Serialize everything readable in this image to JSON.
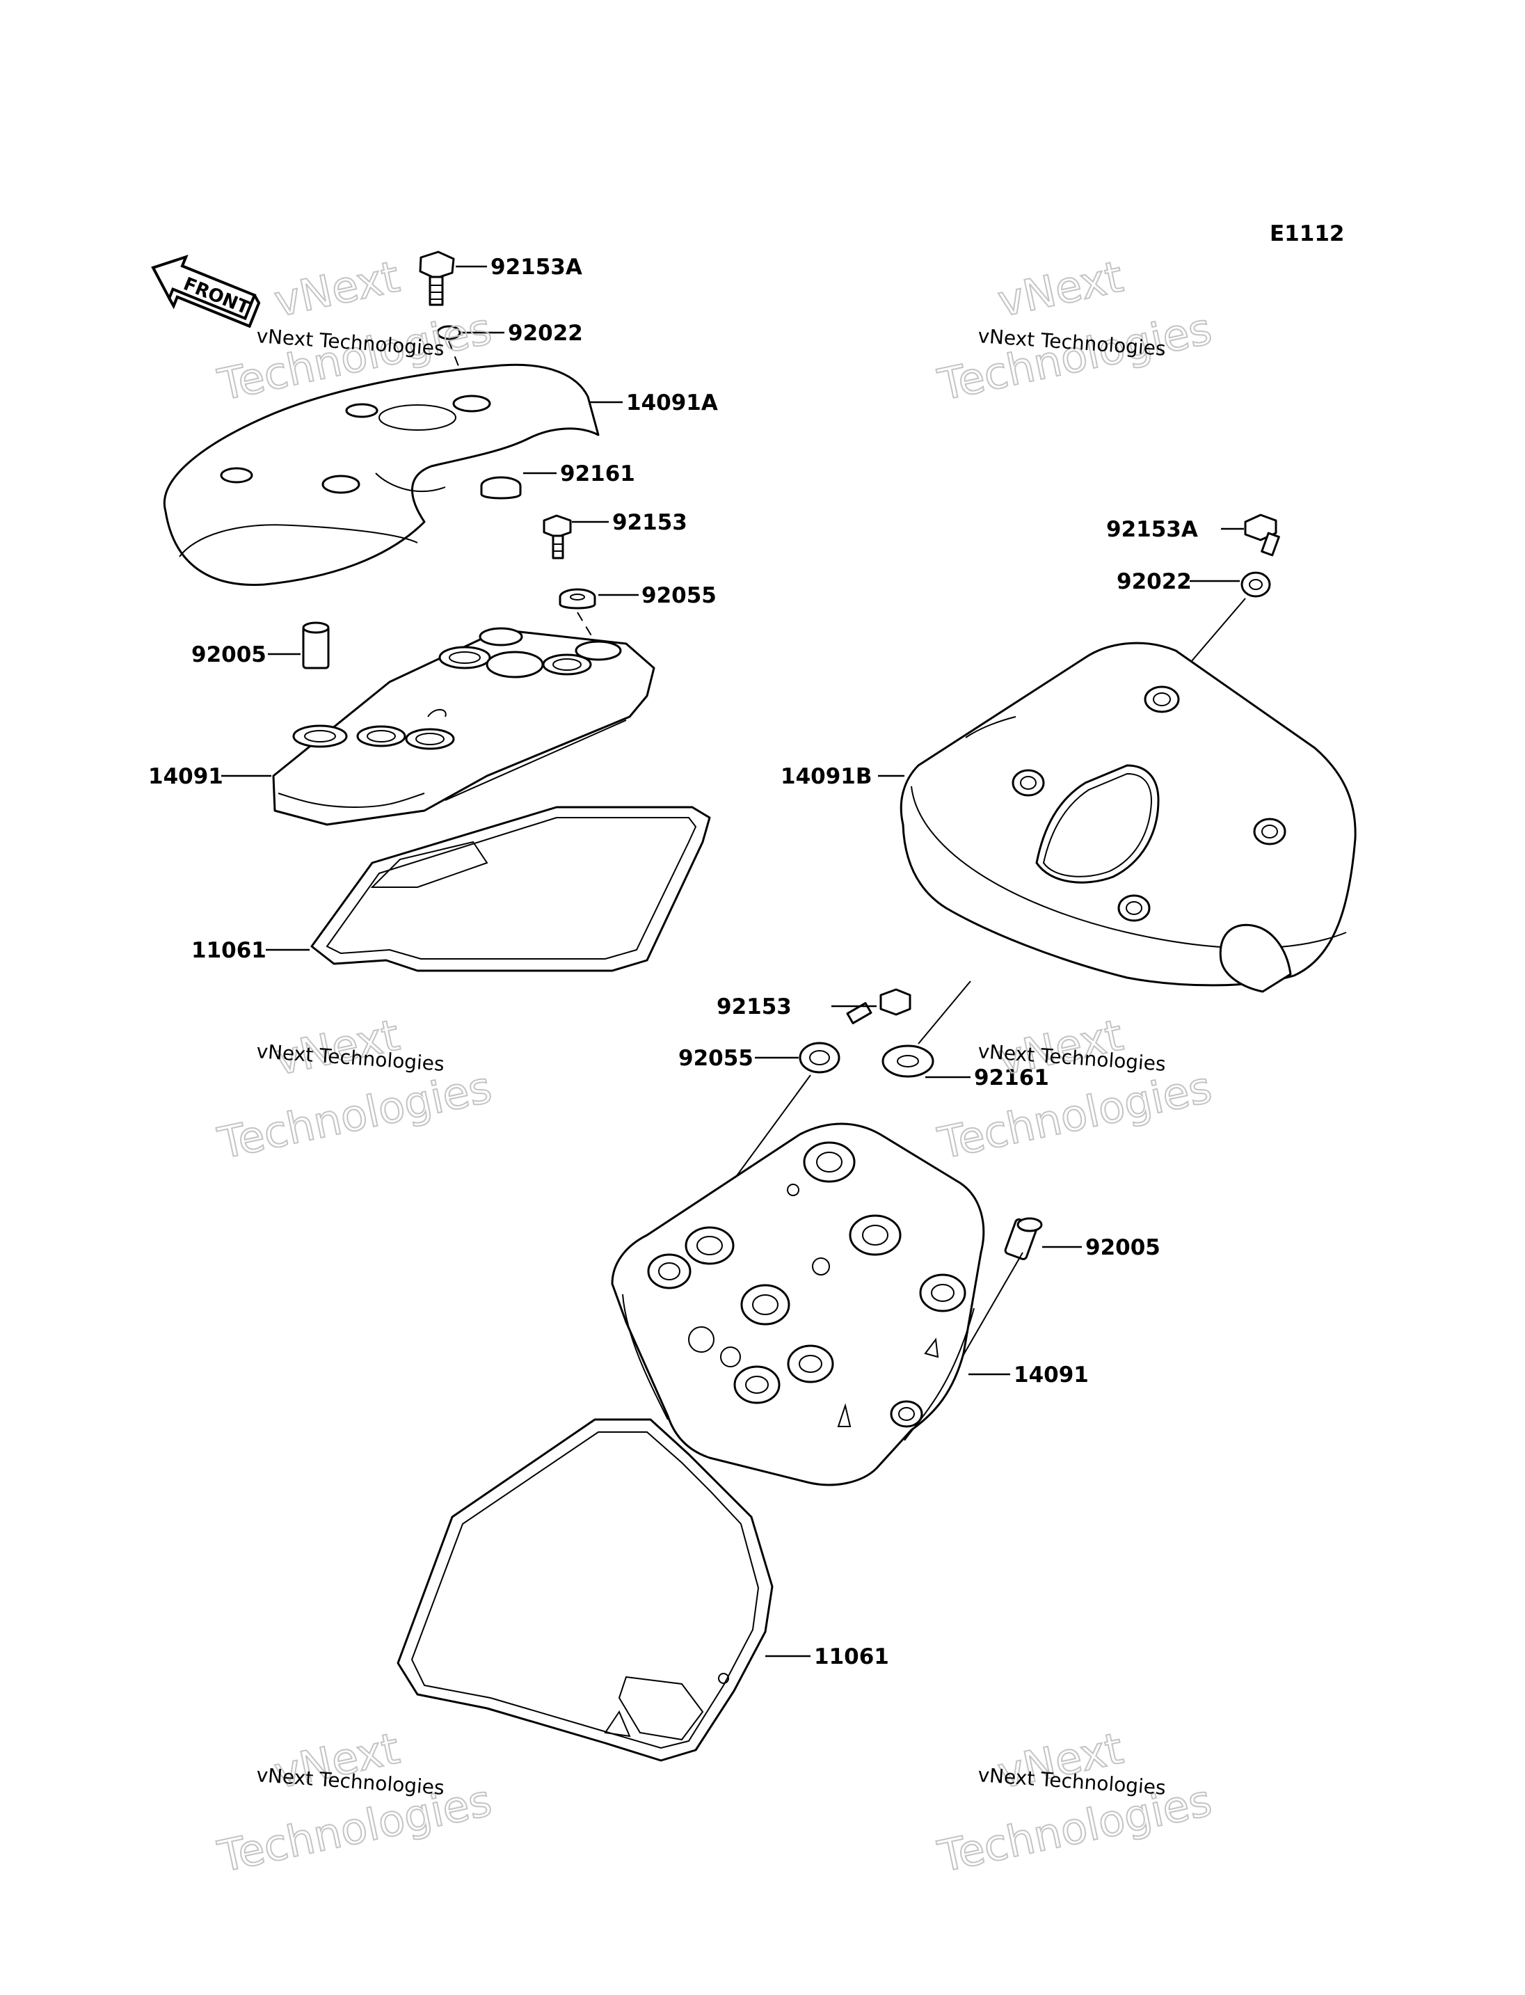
{
  "diagram_code": "E1112",
  "front_label": "FRONT",
  "watermark": {
    "line1": "vNext Technologies",
    "line2a": "vNext",
    "line2b": "Technologies"
  },
  "labels": {
    "l_92153A_a": "92153A",
    "l_92022_a": "92022",
    "l_14091A": "14091A",
    "l_92161_a": "92161",
    "l_92153_a": "92153",
    "l_92055_a": "92055",
    "l_92005_a": "92005",
    "l_14091_a": "14091",
    "l_11061_a": "11061",
    "l_92153A_b": "92153A",
    "l_92022_b": "92022",
    "l_14091B": "14091B",
    "l_92153_b": "92153",
    "l_92055_b": "92055",
    "l_92161_b": "92161",
    "l_92005_b": "92005",
    "l_14091_b": "14091",
    "l_11061_b": "11061"
  }
}
